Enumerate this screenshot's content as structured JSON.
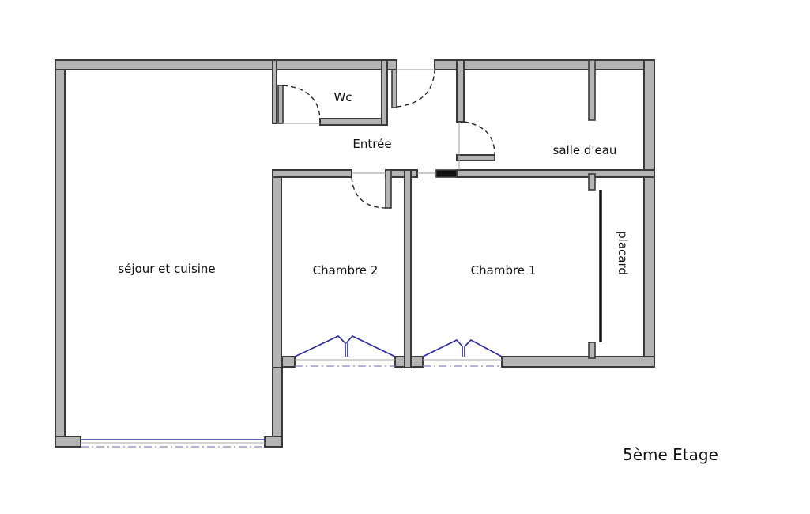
{
  "rooms": {
    "wc": "Wc",
    "entree": "Entrée",
    "salle_deau": "salle d'eau",
    "sejour": "séjour et cuisine",
    "chambre2": "Chambre 2",
    "chambre1": "Chambre 1",
    "placard": "placard"
  },
  "floor_label": "5ème Etage",
  "colors": {
    "wall_fill": "#b4b4b4",
    "wall_stroke": "#3a3a3a",
    "window": "#2a2aa0"
  }
}
